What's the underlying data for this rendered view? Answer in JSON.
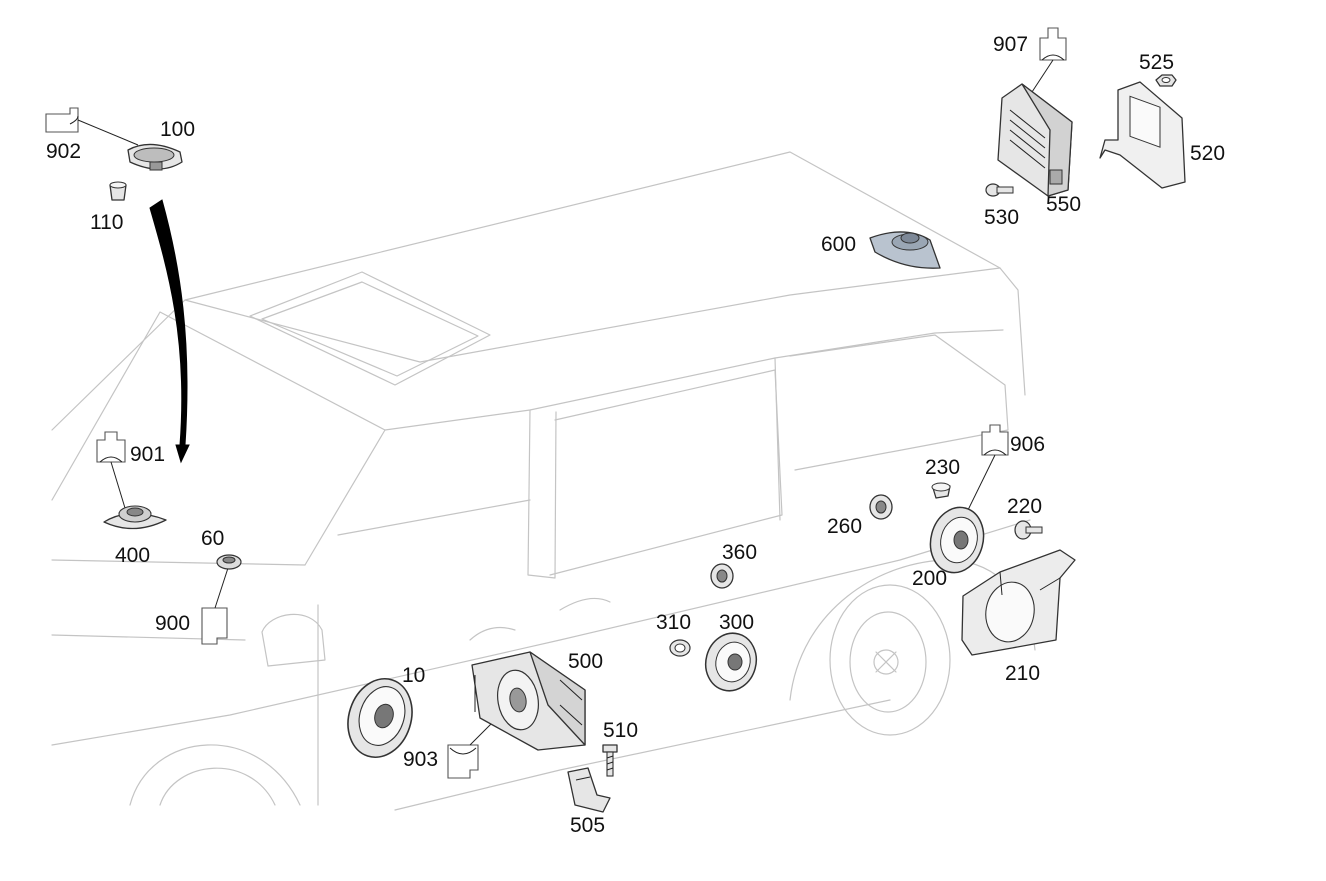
{
  "labels": {
    "p10": "10",
    "p60": "60",
    "p100": "100",
    "p110": "110",
    "p200": "200",
    "p210": "210",
    "p220": "220",
    "p230": "230",
    "p260": "260",
    "p300": "300",
    "p310": "310",
    "p360": "360",
    "p400": "400",
    "p500": "500",
    "p505": "505",
    "p510": "510",
    "p520": "520",
    "p525": "525",
    "p530": "530",
    "p550": "550",
    "p600": "600",
    "p900": "900",
    "p901": "901",
    "p902": "902",
    "p903": "903",
    "p906": "906",
    "p907": "907"
  },
  "colors": {
    "car_outline": "#c4c4c4",
    "part_fill": "#e6e6e6",
    "highlight_part_fill": "#b9c3cf",
    "text": "#111111"
  }
}
